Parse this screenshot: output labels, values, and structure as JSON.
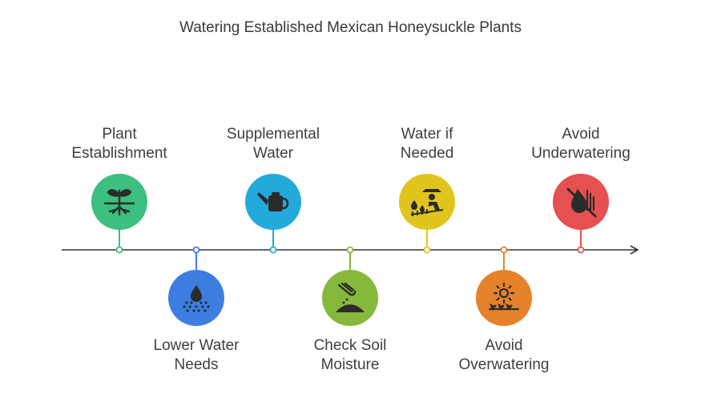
{
  "title": "Watering Established Mexican Honeysuckle Plants",
  "steps": [
    {
      "line1": "Plant",
      "line2": "Establishment",
      "color": "#3cbf7f",
      "icon": "seedling-roots-icon",
      "side": "top"
    },
    {
      "line1": "Lower Water",
      "line2": "Needs",
      "color": "#3d7fe0",
      "icon": "water-drop-sprinkle-icon",
      "side": "bottom"
    },
    {
      "line1": "Supplemental",
      "line2": "Water",
      "color": "#22aadd",
      "icon": "watering-can-icon",
      "side": "top"
    },
    {
      "line1": "Check Soil",
      "line2": "Moisture",
      "color": "#86b83b",
      "icon": "hand-soil-icon",
      "side": "bottom"
    },
    {
      "line1": "Water if",
      "line2": "Needed",
      "color": "#e0c51f",
      "icon": "gardener-watering-icon",
      "side": "top"
    },
    {
      "line1": "Avoid",
      "line2": "Overwatering",
      "color": "#e6822a",
      "icon": "sun-plants-icon",
      "side": "bottom"
    },
    {
      "line1": "Avoid",
      "line2": "Underwatering",
      "color": "#e65050",
      "icon": "no-water-icon",
      "side": "top"
    }
  ]
}
